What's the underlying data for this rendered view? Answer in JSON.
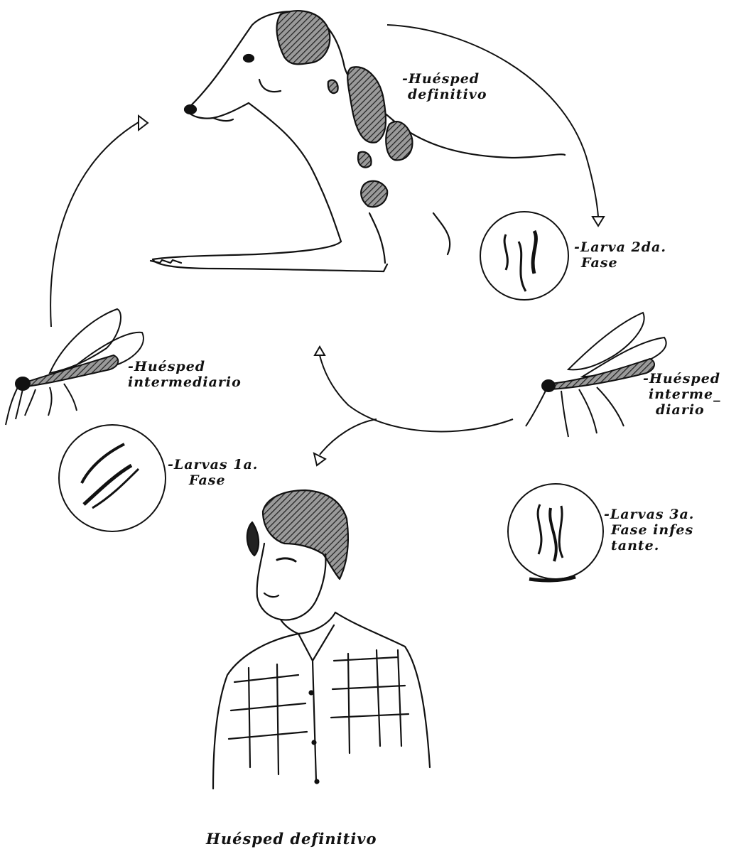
{
  "labels": {
    "dog_host": {
      "line1": "-Huésped",
      "line2": "definitivo"
    },
    "larva_2": {
      "line1": "-Larva 2da.",
      "line2": "Fase"
    },
    "mosquito_left": {
      "line1": "-Huésped",
      "line2": "intermediario"
    },
    "mosquito_right": {
      "line1": "-Huésped",
      "line2": "interme_",
      "line3": "diario"
    },
    "larva_1": {
      "line1": "-Larvas 1a.",
      "line2": "Fase"
    },
    "larva_3": {
      "line1": "-Larvas 3a.",
      "line2": "Fase infes",
      "line3": "tante."
    },
    "human_host": "Huésped definitivo"
  },
  "colors": {
    "ink": "#111111",
    "paper": "#ffffff",
    "shade": "#444444"
  }
}
